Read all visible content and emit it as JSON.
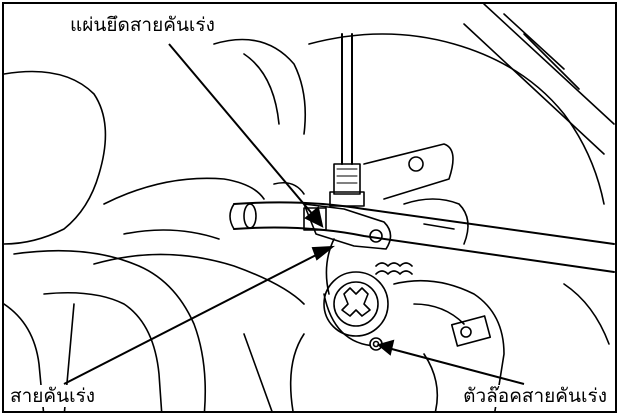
{
  "callouts": {
    "cable_holder_plate": "แผ่นยึดสายคันเร่ง",
    "throttle_cable": "สายคันเร่ง",
    "throttle_cable_lock_nut": "ตัวล๊อคสายคันเร่ง"
  }
}
